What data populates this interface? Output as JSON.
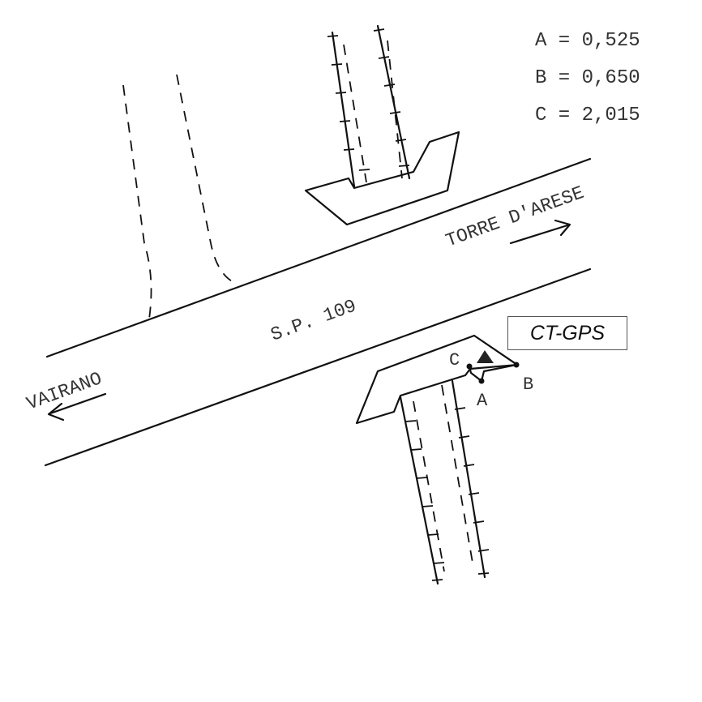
{
  "legend": {
    "rows": [
      {
        "label": "A",
        "value": "0,525"
      },
      {
        "label": "B",
        "value": "0,650"
      },
      {
        "label": "C",
        "value": "2,015"
      }
    ]
  },
  "road": {
    "name": "S.P. 109",
    "direction_east": "TORRE D'ARESE",
    "direction_west": "VAIRANO"
  },
  "station": {
    "tag": "CT-GPS",
    "point_a": "A",
    "point_b": "B",
    "point_c": "C"
  }
}
